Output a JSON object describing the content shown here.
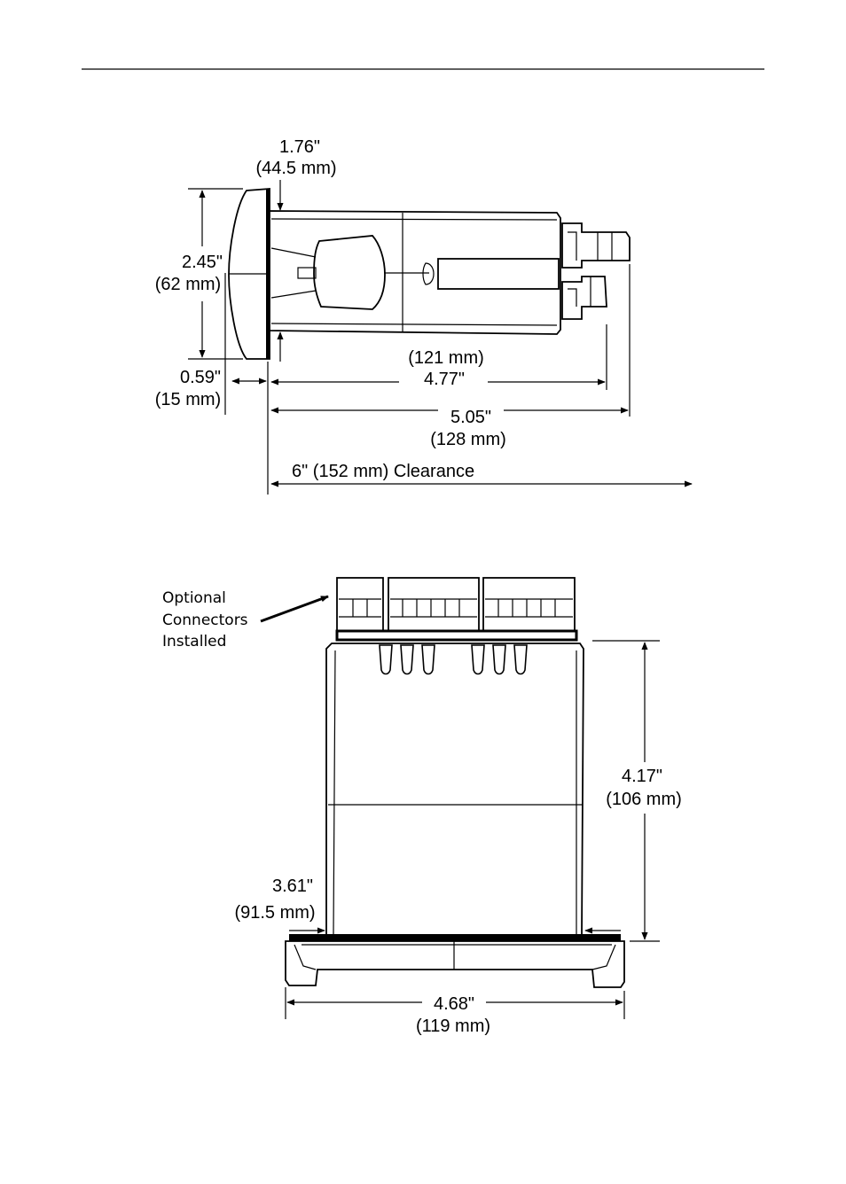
{
  "side_view": {
    "depth_top": {
      "inches": "1.76\"",
      "mm": "(44.5 mm)"
    },
    "height": {
      "inches": "2.45\"",
      "mm": "(62 mm)"
    },
    "bezel": {
      "inches": "0.59\"",
      "mm": "(15 mm)"
    },
    "body_length": {
      "mm": "(121 mm)",
      "inches": "4.77\""
    },
    "total_length": {
      "inches": "5.05\"",
      "mm": "(128 mm)"
    },
    "clearance": "6\" (152 mm) Clearance"
  },
  "top_view": {
    "connectors_note": [
      "Optional",
      "Connectors",
      "Installed"
    ],
    "depth": {
      "inches": "4.17\"",
      "mm": "(106 mm)"
    },
    "case_width": {
      "inches": "3.61\"",
      "mm": "(91.5 mm)"
    },
    "bezel_width": {
      "inches": "4.68\"",
      "mm": "(119 mm)"
    }
  }
}
